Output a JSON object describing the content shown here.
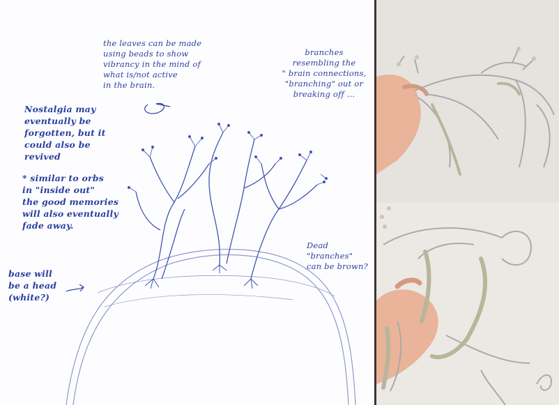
{
  "annotations": {
    "leaves": "the leaves can be made\nusing beads to show\nvibrancy in the mind of\nwhat is/not active\nin the brain.",
    "branches": "branches\nresembling the\n\" brain connections,\n\"branching\" out or\nbreaking off ...",
    "nostalgia": "Nostalgia may\neventually be\nforgotten, but it\ncould also be\nrevived",
    "orbs": "* similar to orbs\nin \"inside out\"\nthe good memories\nwill also eventually\nfade away.",
    "dead_branches": "Dead \"branches\"\ncan be brown?",
    "base": "base will\nbe a head\n(white?)"
  },
  "colors": {
    "ink": "#2a3f9e",
    "pencil": "#8a93c8",
    "wire": "#a9aaa8",
    "beads": "#b7b69a",
    "skin": "#e9b49a"
  }
}
